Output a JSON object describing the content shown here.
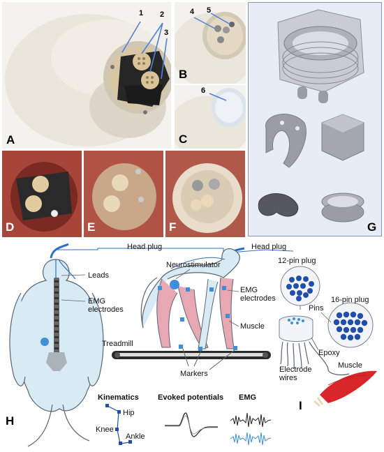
{
  "panels": {
    "a": "A",
    "b": "B",
    "c": "C",
    "d": "D",
    "e": "E",
    "f": "F",
    "g": "G",
    "h": "H",
    "i": "I"
  },
  "callouts": [
    "1",
    "2",
    "3",
    "4",
    "5",
    "6"
  ],
  "diagram": {
    "head_plug_left": "Head plug",
    "head_plug_right": "Head plug",
    "leads": "Leads",
    "emg_electrodes_left": "EMG\nelectrodes",
    "neurostimulator": "Neurostimulator",
    "emg_electrodes_right": "EMG\nelectrodes",
    "muscle_center": "Muscle",
    "treadmill": "Treadmill",
    "markers": "Markers",
    "plug_12": "12-pin plug",
    "plug_16": "16-pin plug",
    "pins": "Pins",
    "epoxy": "Epoxy",
    "electrode_wires": "Electrode\nwires",
    "muscle_right": "Muscle"
  },
  "bottom": {
    "kinematics": "Kinematics",
    "hip": "Hip",
    "knee": "Knee",
    "ankle": "Ankle",
    "evoked": "Evoked potentials",
    "emg": "EMG"
  },
  "colors": {
    "skull": "#ece7dd",
    "skull_shadow": "#d8d1c4",
    "plug_black": "#262626",
    "plug_tan": "#d9c49a",
    "cad_gray": "#9a9ca6",
    "cad_bg": "#e7ecf5",
    "cad_border": "#8395c7",
    "animal_fill": "#d8ebf5",
    "animal_outline": "#5a6470",
    "muscle": "#e7a8b4",
    "electrode_blue": "#3f8fd8",
    "dark_blue": "#1f4fa8",
    "red_muscle": "#d9262b"
  }
}
